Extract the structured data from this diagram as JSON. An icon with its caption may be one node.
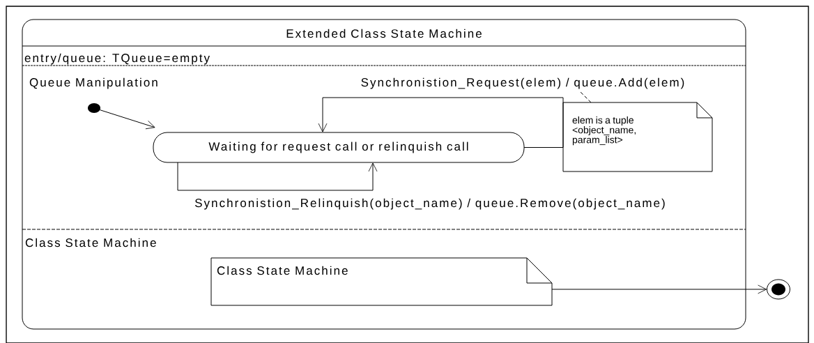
{
  "diagram": {
    "nodes": [
      {
        "text": [
          "Extended Class State Machine",
          "entry/queue: TQueue=empty"
        ]
      },
      {
        "text": [],
        "shape": "circle",
        "in": 0
      },
      {
        "text": [
          "Waiting for request call or relinquish call"
        ],
        "in": 0
      },
      {
        "text": [
          "elem is a tuple <object_name, param_list>"
        ],
        "in": 0
      },
      {
        "text": [
          "Class State Machine"
        ],
        "in": 0
      },
      {
        "text": [],
        "shape": "circle"
      }
    ],
    "edges": [
      {
        "from": 1,
        "to": 2,
        "arrow": "to"
      },
      {
        "from": 2,
        "to": 2,
        "arrow": "to",
        "label": "Synchronistion_Request(elem) / queue.Add(elem)"
      },
      {
        "from": 2,
        "to": 2,
        "arrow": "to",
        "label": "Synchronistion_Relinquish(object_name) / queue.Remove(object_name)"
      },
      {
        "from": 3,
        "to": null,
        "arrow": "none",
        "style": "dashed"
      },
      {
        "from": 4,
        "to": 5,
        "arrow": "to"
      }
    ],
    "labels": [
      "Queue Manipulation",
      "Class State Machine"
    ]
  }
}
